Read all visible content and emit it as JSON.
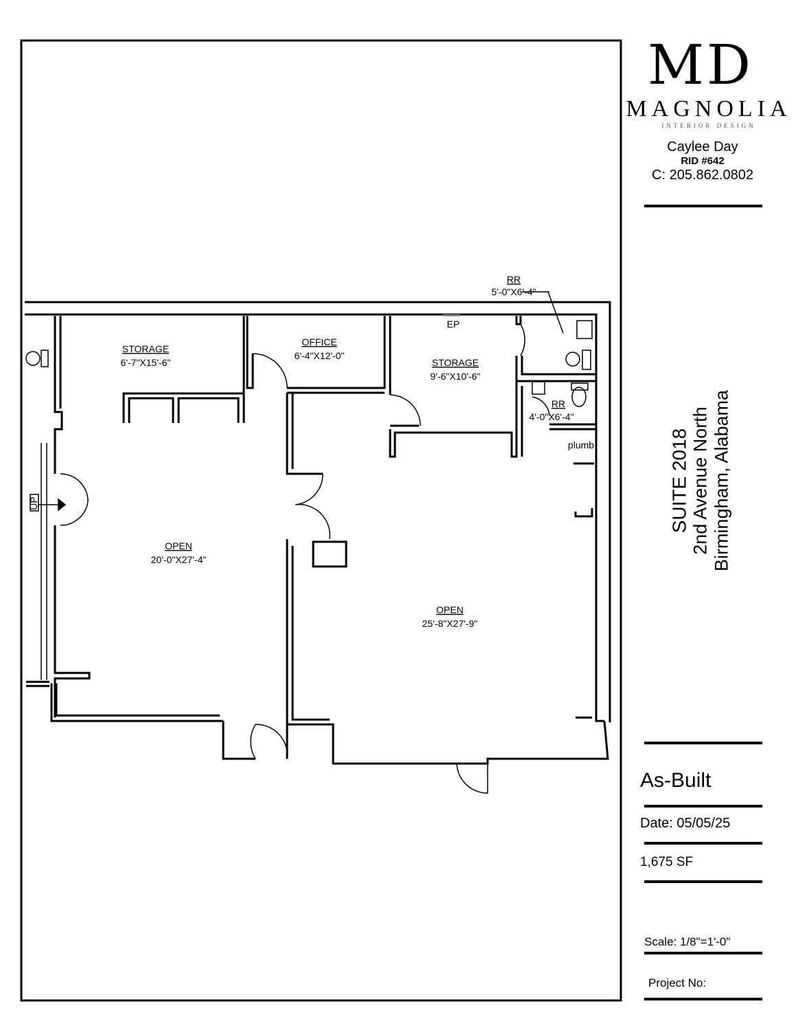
{
  "logo": {
    "monogram": "MD",
    "name": "MAGNOLIA",
    "tagline": "INTERIOR DESIGN"
  },
  "designer": {
    "name": "Caylee Day",
    "rid": "RID #642",
    "phone": "C: 205.862.0802"
  },
  "address": {
    "suite": "SUITE 2018",
    "street": "2nd Avenue North",
    "city": "Birmingham, Alabama"
  },
  "status": "As-Built",
  "date": "Date: 05/05/25",
  "area": "1,675 SF",
  "scale": "Scale: 1/8\"=1'-0\"",
  "project_no": "Project No:",
  "rooms": {
    "storage1": {
      "name": "STORAGE",
      "dims": "6'-7\"X15'-6\""
    },
    "office": {
      "name": "OFFICE",
      "dims": "6'-4\"X12'-0\""
    },
    "storage2": {
      "name": "STORAGE",
      "dims": "9'-6\"X10'-6\""
    },
    "rr1": {
      "name": "RR",
      "dims": "5'-0\"X6'-4\""
    },
    "rr2": {
      "name": "RR",
      "dims": "4'-0\"X6'-4\""
    },
    "open1": {
      "name": "OPEN",
      "dims": "20'-0\"X27'-4\""
    },
    "open2": {
      "name": "OPEN",
      "dims": "25'-8\"X27'-9\""
    }
  },
  "labels": {
    "ep": "EP",
    "plumb": "plumb",
    "up": "UP"
  }
}
